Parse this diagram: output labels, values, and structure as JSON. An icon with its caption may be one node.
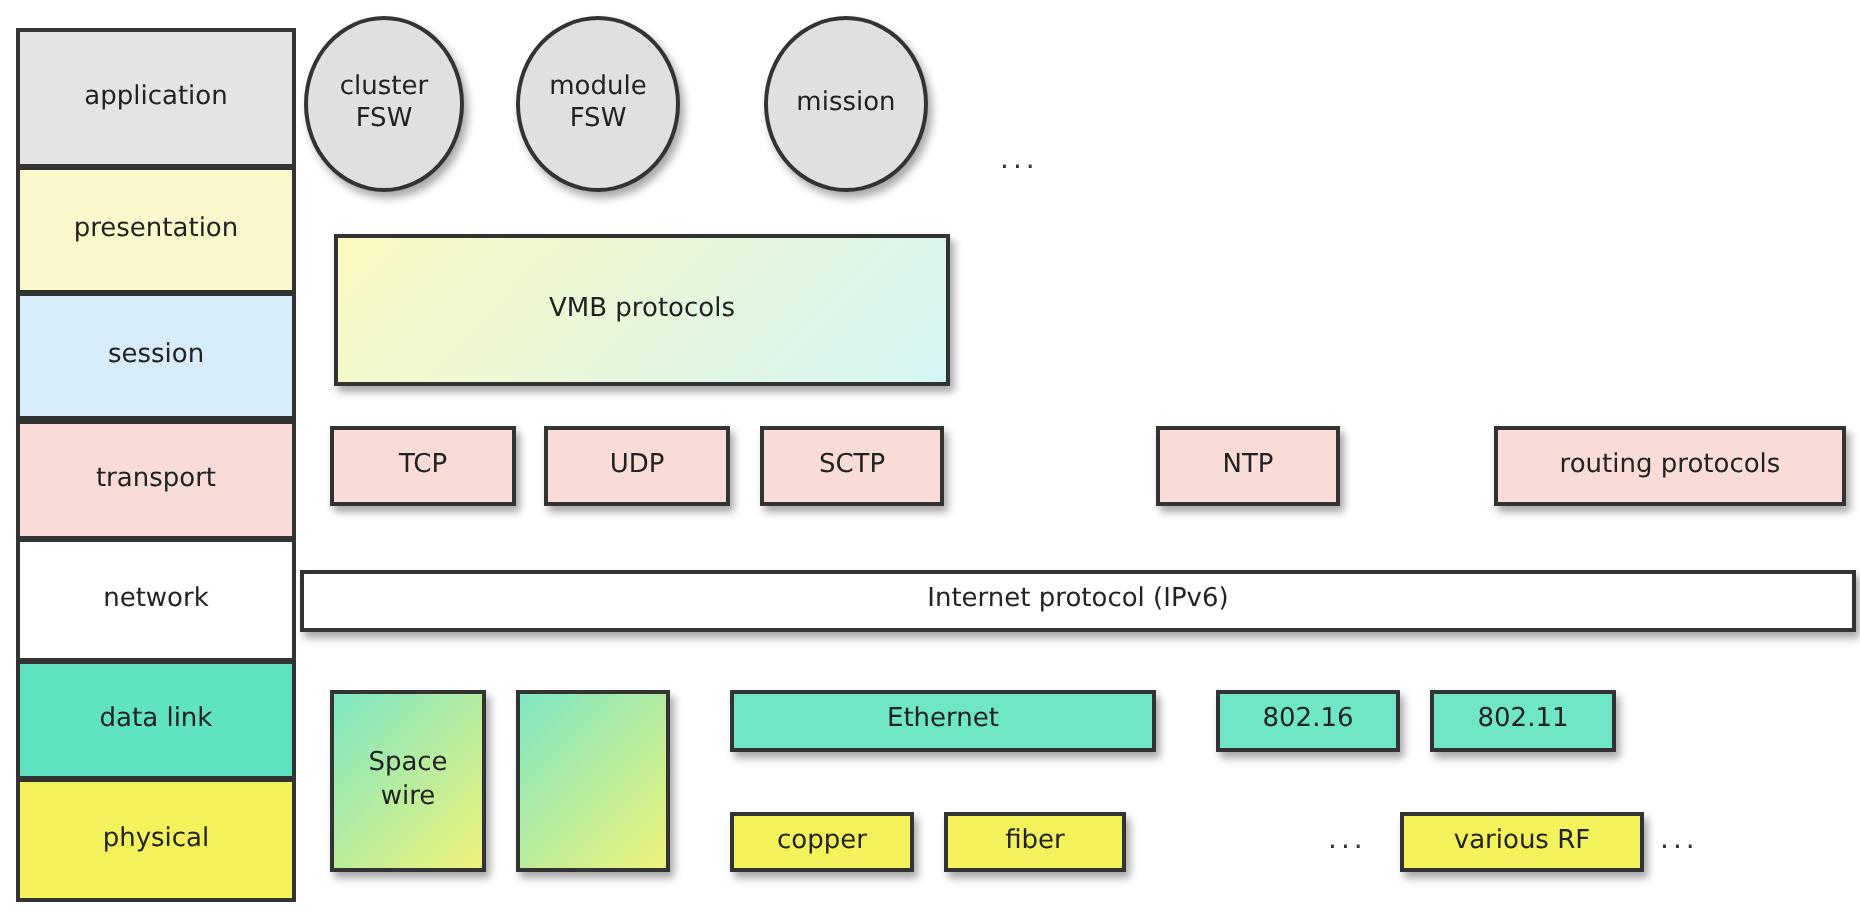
{
  "diagram": {
    "nodes": [
      {
        "text": [
          "application"
        ]
      },
      {
        "text": [
          "presentation"
        ]
      },
      {
        "text": [
          "session"
        ]
      },
      {
        "text": [
          "transport"
        ]
      },
      {
        "text": [
          "network"
        ]
      },
      {
        "text": [
          "data link"
        ]
      },
      {
        "text": [
          "physical"
        ]
      },
      {
        "text": [
          "cluster FSW"
        ]
      },
      {
        "text": [
          "module FSW"
        ]
      },
      {
        "text": [
          "mission"
        ]
      },
      {
        "text": [
          "VMB protocols"
        ]
      },
      {
        "text": [
          "TCP"
        ]
      },
      {
        "text": [
          "UDP"
        ]
      },
      {
        "text": [
          "SCTP"
        ]
      },
      {
        "text": [
          "NTP"
        ]
      },
      {
        "text": [
          "routing protocols"
        ]
      },
      {
        "text": [
          "Internet protocol (IPv6)"
        ]
      },
      {
        "text": [
          "Space wire"
        ]
      },
      {
        "text": [],
        "shape": "box"
      },
      {
        "text": [
          "Ethernet"
        ]
      },
      {
        "text": [
          "802.16"
        ]
      },
      {
        "text": [
          "802.11"
        ]
      },
      {
        "text": [
          "copper"
        ]
      },
      {
        "text": [
          "fiber"
        ]
      },
      {
        "text": [
          "various RF"
        ]
      }
    ],
    "edges": [],
    "labels": [
      "...",
      "...",
      "..."
    ]
  }
}
